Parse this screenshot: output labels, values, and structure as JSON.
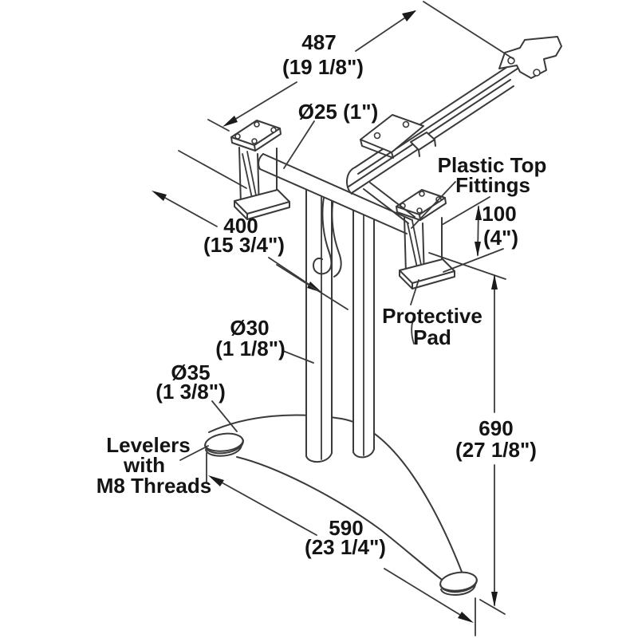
{
  "drawing": {
    "title": "Folding table leg frame - dimensioned technical drawing",
    "background": "#ffffff",
    "line_color": "#3a3a3a",
    "text_color": "#141414",
    "dims": {
      "width_overall": {
        "metric": "487",
        "imperial": "(19 1/8\")"
      },
      "crossbar_tube": {
        "label": "Ø25 (1\")"
      },
      "width_inner": {
        "metric": "400",
        "imperial": "(15 3/4\")"
      },
      "fitting_height": {
        "metric": "100",
        "imperial": "(4\")"
      },
      "leg_tube": {
        "metric": "Ø30",
        "imperial": "(1 1/8\")"
      },
      "base_tube": {
        "metric": "Ø35",
        "imperial": "(1 3/8\")"
      },
      "height": {
        "metric": "690",
        "imperial": "(27 1/8\")"
      },
      "base_span": {
        "metric": "590",
        "imperial": "(23 1/4\")"
      }
    },
    "labels": {
      "top_fittings_line1": "Plastic Top",
      "top_fittings_line2": "Fittings",
      "pad_line1": "Protective",
      "pad_line2": "Pad",
      "levelers_line1": "Levelers",
      "levelers_line2": "with",
      "levelers_line3": "M8 Threads"
    }
  }
}
